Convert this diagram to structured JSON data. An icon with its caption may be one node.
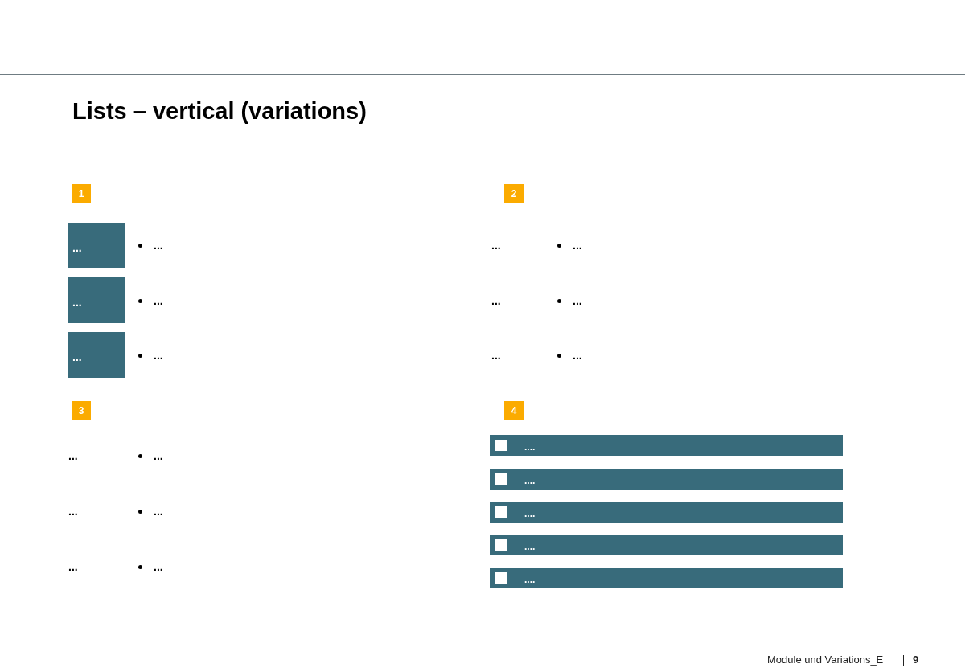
{
  "diagram": {
    "title": "Lists – vertical (variations)",
    "nodes": [
      {
        "text": [
          "1"
        ]
      },
      {
        "text": [
          "..."
        ]
      },
      {
        "text": [
          "..."
        ]
      },
      {
        "text": [
          "..."
        ]
      },
      {
        "text": [
          "2"
        ]
      },
      {
        "text": [
          "3"
        ]
      },
      {
        "text": [
          "4"
        ]
      },
      {
        "text": [
          "...."
        ]
      },
      {
        "text": [
          "...."
        ]
      },
      {
        "text": [
          "...."
        ]
      },
      {
        "text": [
          "...."
        ]
      },
      {
        "text": [
          "...."
        ]
      }
    ],
    "labels": [
      "...",
      "...",
      "...",
      "...",
      "...",
      "...",
      "...",
      "...",
      "...",
      "...",
      "...",
      "...",
      "...",
      "...",
      "...",
      "Module und Variations_E",
      "9"
    ]
  }
}
